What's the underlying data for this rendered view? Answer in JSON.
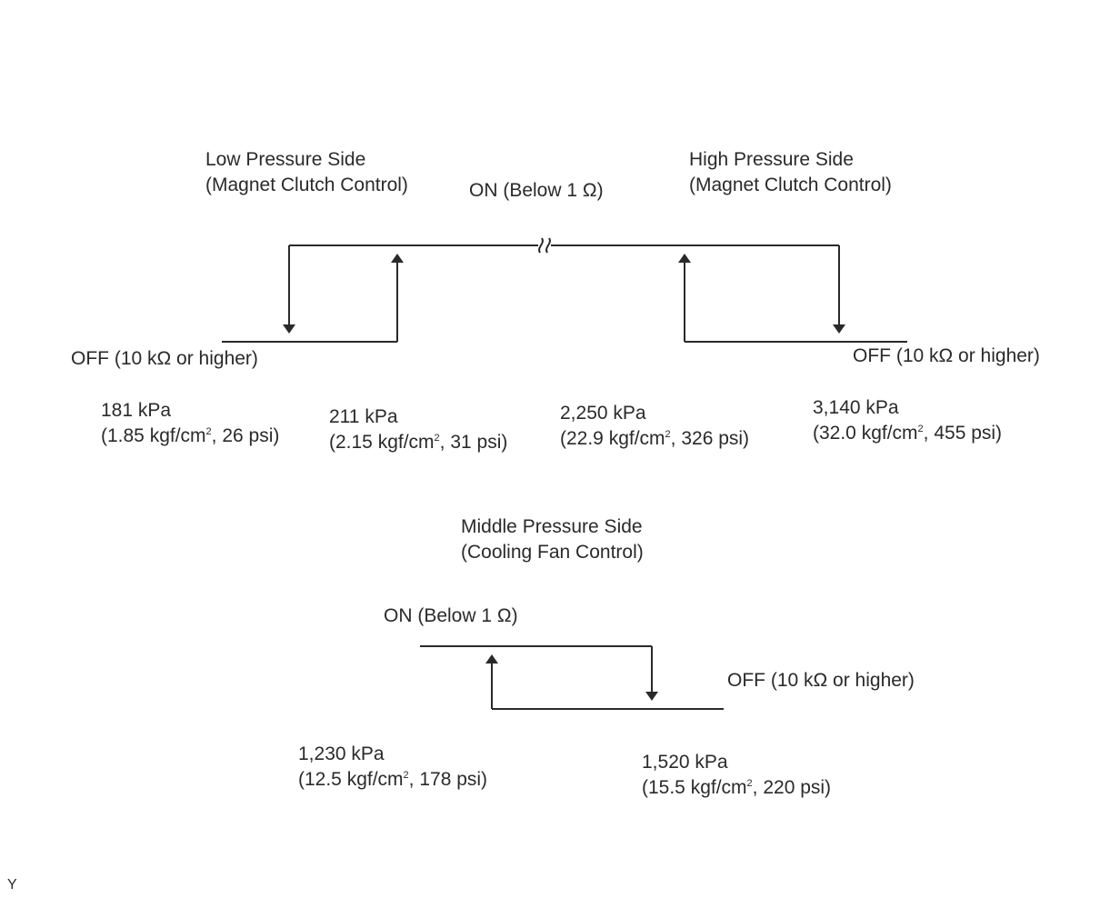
{
  "top": {
    "low_side": {
      "line1": "Low Pressure Side",
      "line2": "(Magnet Clutch Control)"
    },
    "high_side": {
      "line1": "High Pressure Side",
      "line2": "(Magnet Clutch Control)"
    },
    "on_label": "ON (Below 1 Ω)",
    "off_left": "OFF (10 kΩ or higher)",
    "off_right": "OFF (10 kΩ or higher)",
    "pressures": [
      {
        "kpa": "181 kPa",
        "pre": "(1.85 kgf/cm",
        "sup": "2",
        "post": ", 26 psi)"
      },
      {
        "kpa": "211 kPa",
        "pre": "(2.15 kgf/cm",
        "sup": "2",
        "post": ", 31 psi)"
      },
      {
        "kpa": "2,250 kPa",
        "pre": "(22.9 kgf/cm",
        "sup": "2",
        "post": ", 326 psi)"
      },
      {
        "kpa": "3,140 kPa",
        "pre": "(32.0 kgf/cm",
        "sup": "2",
        "post": ", 455 psi)"
      }
    ]
  },
  "middle": {
    "title": {
      "line1": "Middle Pressure Side",
      "line2": "(Cooling Fan Control)"
    },
    "on_label": "ON (Below 1 Ω)",
    "off_label": "OFF (10 kΩ or higher)",
    "pressures": [
      {
        "kpa": "1,230 kPa",
        "pre": "(12.5 kgf/cm",
        "sup": "2",
        "post": ", 178 psi)"
      },
      {
        "kpa": "1,520 kPa",
        "pre": "(15.5 kgf/cm",
        "sup": "2",
        "post": ", 220 psi)"
      }
    ]
  },
  "corner_mark": "Y",
  "colors": {
    "line": "#2a2a2a",
    "text": "#2a2a2a",
    "background": "#ffffff"
  }
}
